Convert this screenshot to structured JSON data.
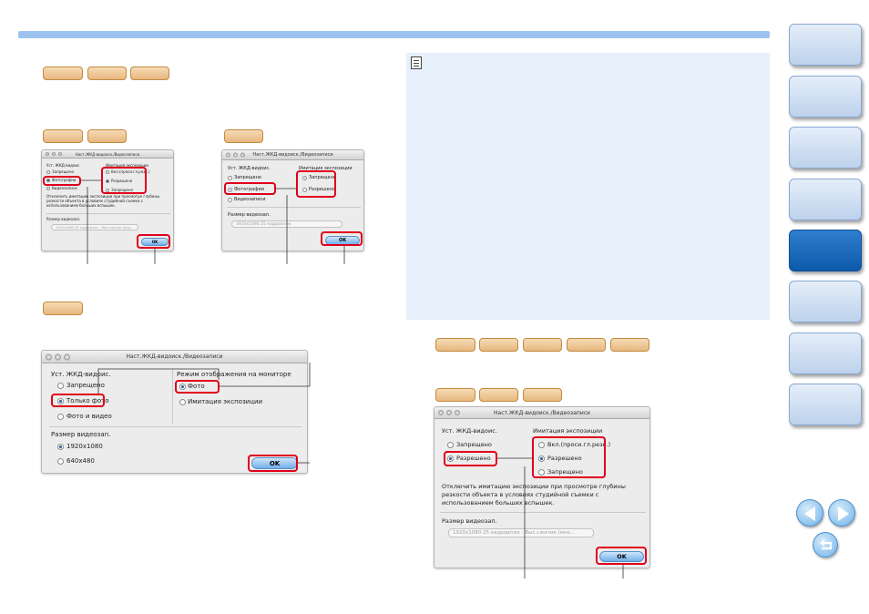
{
  "dialog_a": {
    "title": "Наст.ЖКД-видоиск./Видеозаписи",
    "lcd_label": "Уст. ЖКД-видоис.",
    "lcd_options": [
      "Запрещено",
      "Фотографии",
      "Видеозаписи"
    ],
    "sim_label": "Имитация экспозиции",
    "sim_options": [
      "Вкл.(проси.гл.резк.)",
      "Разрешено",
      "Запрещено"
    ],
    "note": "Отключить имитацию экспозиции при просмотре глубины резкости объекта в условиях студийной съемки с использованием больших вспышек.",
    "movie_label": "Размер видеозап.",
    "movie_value": "1920x1080 25 кадров/сек - Выс.сжатие (мно...",
    "ok": "OK"
  },
  "dialog_b": {
    "title": "Наст.ЖКД-видоиск./Видеозаписи",
    "lcd_label": "Уст. ЖКД-видоис.",
    "lcd_options": [
      "Запрещено",
      "Фотографии",
      "Видеозаписи"
    ],
    "sim_label": "Имитация экспозиции",
    "sim_options": [
      "Запрещено",
      "Разрешено"
    ],
    "movie_label": "Размер видеозап.",
    "movie_value": "1920x1080 25 кадров/сек",
    "ok": "OK"
  },
  "dialog_c": {
    "title": "Наст.ЖКД-видоиск./Видеозаписи",
    "lcd_label": "Уст. ЖКД-видоис.",
    "lcd_options": [
      "Запрещено",
      "Только фото",
      "Фото и видео"
    ],
    "monitor_label": "Режим отображения на мониторе",
    "monitor_options": [
      "Фото",
      "Имитация экспозиции"
    ],
    "movie_label": "Размер видеозап.",
    "movie_options": [
      "1920x1080",
      "640x480"
    ],
    "ok": "OK"
  },
  "dialog_d": {
    "title": "Наст.ЖКД-видоиск./Видеозаписи",
    "lcd_label": "Уст. ЖКД-видоис.",
    "lcd_options": [
      "Запрещено",
      "Разрешено"
    ],
    "sim_label": "Имитация экспозиции",
    "sim_options": [
      "Вкл.(проси.гл.резк.)",
      "Разрешено",
      "Запрещено"
    ],
    "note": "Отключить имитацию экспозиции при просмотре глубины резкости объекта в условиях студийной съемки с использованием больших вспышек.",
    "movie_label": "Размер видеозап.",
    "movie_value": "1920x1080 25 кадров/сек - Выс.сжатие (мно...",
    "ok": "OK"
  },
  "colors": {
    "accent_blue": "#0c5aab",
    "highlight_red": "#e0001b",
    "chip_orange": "#e7b77f",
    "note_bg": "#e6f0fb"
  },
  "icons": {
    "note": "memo-icon",
    "prev": "arrow-left-icon",
    "next": "arrow-right-icon",
    "back": "return-icon"
  }
}
